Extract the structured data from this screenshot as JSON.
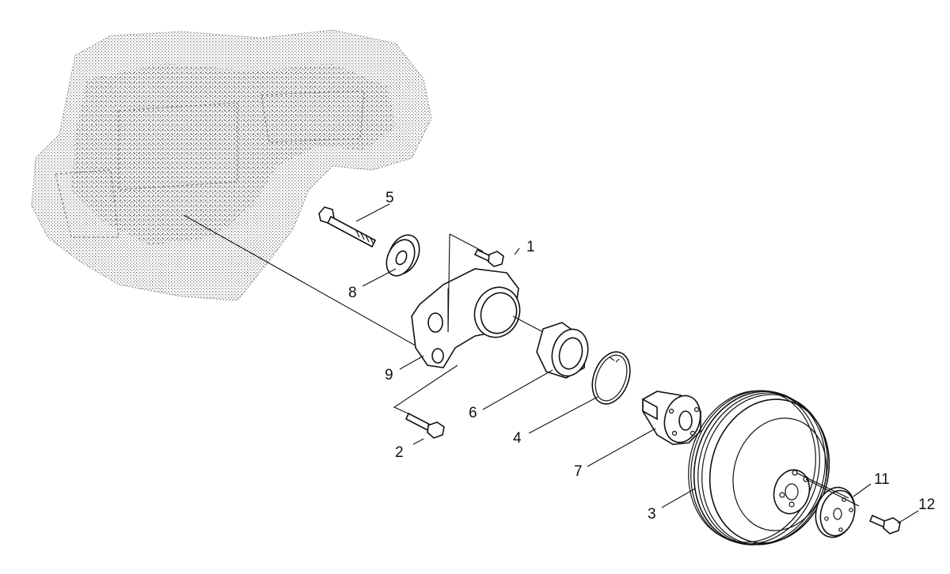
{
  "diagram": {
    "callouts": [
      {
        "id": "c1",
        "text": "1"
      },
      {
        "id": "c2",
        "text": "2"
      },
      {
        "id": "c3",
        "text": "3"
      },
      {
        "id": "c4",
        "text": "4"
      },
      {
        "id": "c5",
        "text": "5"
      },
      {
        "id": "c6",
        "text": "6"
      },
      {
        "id": "c7",
        "text": "7"
      },
      {
        "id": "c8",
        "text": "8"
      },
      {
        "id": "c9",
        "text": "9"
      },
      {
        "id": "c11",
        "text": "11"
      },
      {
        "id": "c12",
        "text": "12"
      }
    ]
  }
}
